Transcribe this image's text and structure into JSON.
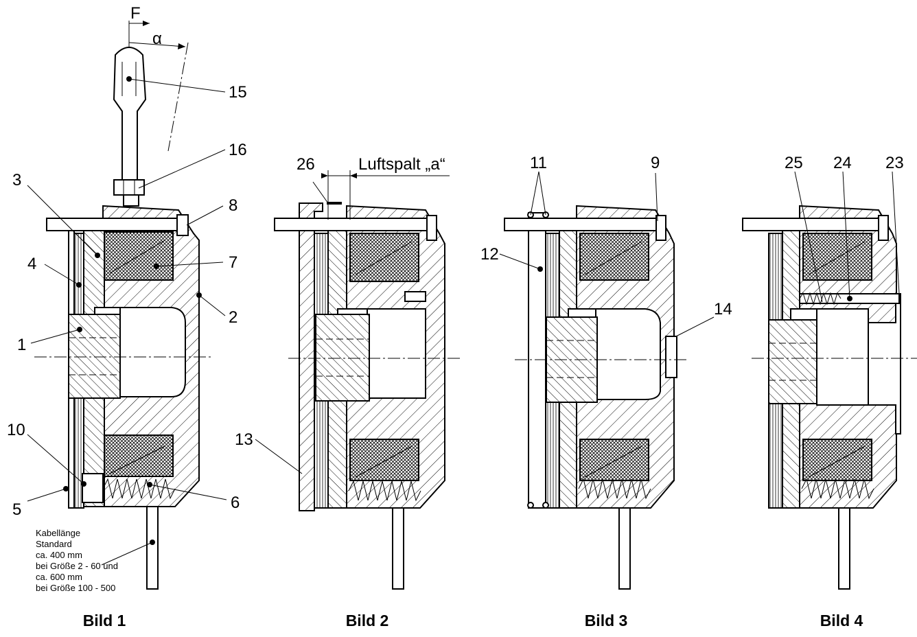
{
  "figures": [
    {
      "id": "1",
      "caption": "Bild 1"
    },
    {
      "id": "2",
      "caption": "Bild 2"
    },
    {
      "id": "3",
      "caption": "Bild 3"
    },
    {
      "id": "4",
      "caption": "Bild 4"
    }
  ],
  "symbols": {
    "force": "F",
    "angle": "α"
  },
  "air_gap_label": "Luftspalt „a“",
  "callouts": {
    "c1": "1",
    "c2": "2",
    "c3": "3",
    "c4": "4",
    "c5": "5",
    "c6": "6",
    "c7": "7",
    "c8": "8",
    "c9": "9",
    "c10": "10",
    "c11": "11",
    "c12": "12",
    "c13": "13",
    "c14": "14",
    "c15": "15",
    "c16": "16",
    "c23": "23",
    "c24": "24",
    "c25": "25",
    "c26": "26"
  },
  "cable_note": [
    "Kabellänge",
    "Standard",
    "ca. 400 mm",
    "bei Größe 2 - 60 und",
    "ca. 600 mm",
    "bei Größe 100 - 500"
  ]
}
